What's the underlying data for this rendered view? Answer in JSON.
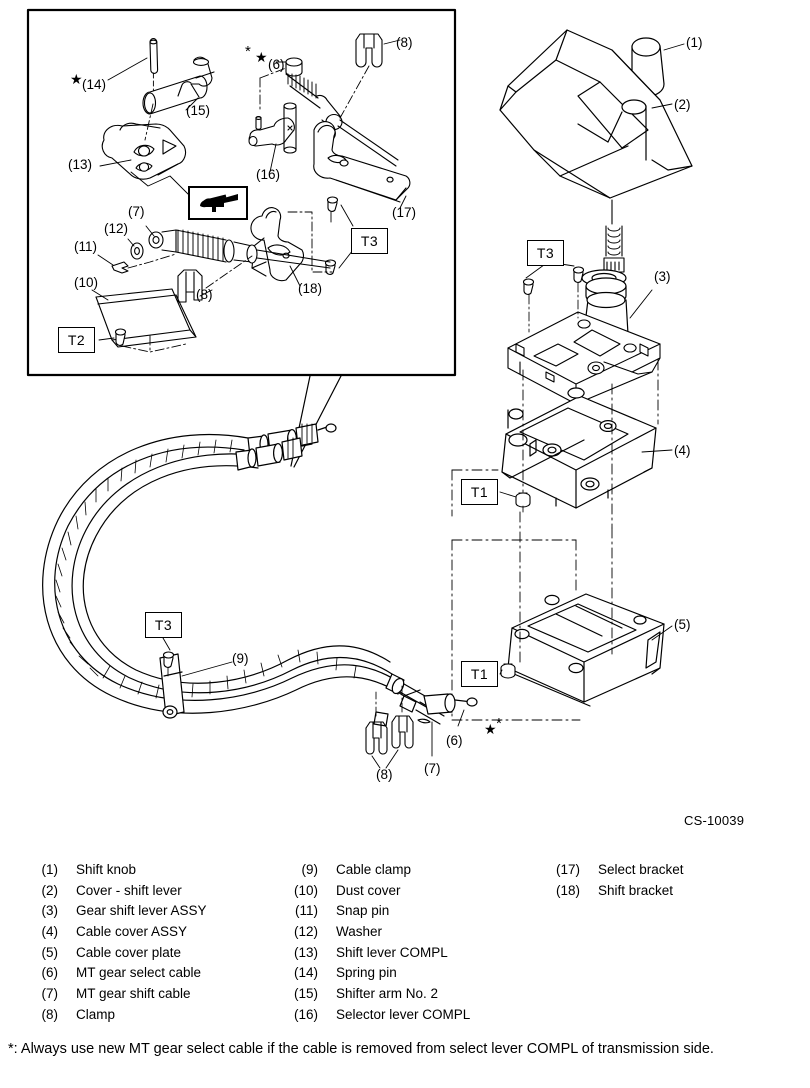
{
  "drawing": {
    "number": "CS-10039",
    "inset_title": null
  },
  "torque_marks": [
    {
      "id": "t3-inset-a",
      "label": "T3"
    },
    {
      "id": "t2-inset",
      "label": "T2"
    },
    {
      "id": "t3-lever",
      "label": "T3"
    },
    {
      "id": "t1-cover",
      "label": "T1"
    },
    {
      "id": "t1-plate",
      "label": "T1"
    },
    {
      "id": "t3-clamp",
      "label": "T3"
    }
  ],
  "callouts": [
    {
      "ref": "(14)",
      "marker": "star"
    },
    {
      "ref": "(15)",
      "marker": "none"
    },
    {
      "ref": "(13)",
      "marker": "none"
    },
    {
      "ref": "(6)",
      "marker": "ast-star"
    },
    {
      "ref": "(8)",
      "marker": "none"
    },
    {
      "ref": "(16)",
      "marker": "none"
    },
    {
      "ref": "(17)",
      "marker": "none"
    },
    {
      "ref": "(7)",
      "marker": "none"
    },
    {
      "ref": "(12)",
      "marker": "none"
    },
    {
      "ref": "(11)",
      "marker": "none"
    },
    {
      "ref": "(10)",
      "marker": "none"
    },
    {
      "ref": "(8)",
      "marker": "none"
    },
    {
      "ref": "(18)",
      "marker": "none"
    },
    {
      "ref": "(1)",
      "marker": "none"
    },
    {
      "ref": "(2)",
      "marker": "none"
    },
    {
      "ref": "(3)",
      "marker": "none"
    },
    {
      "ref": "(4)",
      "marker": "none"
    },
    {
      "ref": "(5)",
      "marker": "none"
    },
    {
      "ref": "(9)",
      "marker": "none"
    },
    {
      "ref": "(6)",
      "marker": "star-ast-right"
    },
    {
      "ref": "(7)",
      "marker": "none"
    },
    {
      "ref": "(8)",
      "marker": "none"
    }
  ],
  "legend": {
    "columns": [
      [
        {
          "num": "(1)",
          "text": "Shift knob"
        },
        {
          "num": "(2)",
          "text": "Cover - shift lever"
        },
        {
          "num": "(3)",
          "text": "Gear shift lever ASSY"
        },
        {
          "num": "(4)",
          "text": "Cable cover ASSY"
        },
        {
          "num": "(5)",
          "text": "Cable cover plate"
        },
        {
          "num": "(6)",
          "text": "MT gear select cable"
        },
        {
          "num": "(7)",
          "text": "MT gear shift cable"
        },
        {
          "num": "(8)",
          "text": "Clamp"
        }
      ],
      [
        {
          "num": "(9)",
          "text": "Cable clamp"
        },
        {
          "num": "(10)",
          "text": "Dust cover"
        },
        {
          "num": "(11)",
          "text": "Snap pin"
        },
        {
          "num": "(12)",
          "text": "Washer"
        },
        {
          "num": "(13)",
          "text": "Shift lever COMPL"
        },
        {
          "num": "(14)",
          "text": "Spring pin"
        },
        {
          "num": "(15)",
          "text": "Shifter arm No. 2"
        },
        {
          "num": "(16)",
          "text": "Selector lever COMPL"
        }
      ],
      [
        {
          "num": "(17)",
          "text": "Select bracket"
        },
        {
          "num": "(18)",
          "text": "Shift bracket"
        }
      ]
    ]
  },
  "footnote": {
    "text": "*: Always use new MT gear select cable if the cable is removed from select lever COMPL of transmission side."
  },
  "symbols": {
    "star": "★",
    "asterisk": "*",
    "grease_icon": "grease-point"
  },
  "colors": {
    "line": "#000000",
    "background": "#ffffff"
  }
}
